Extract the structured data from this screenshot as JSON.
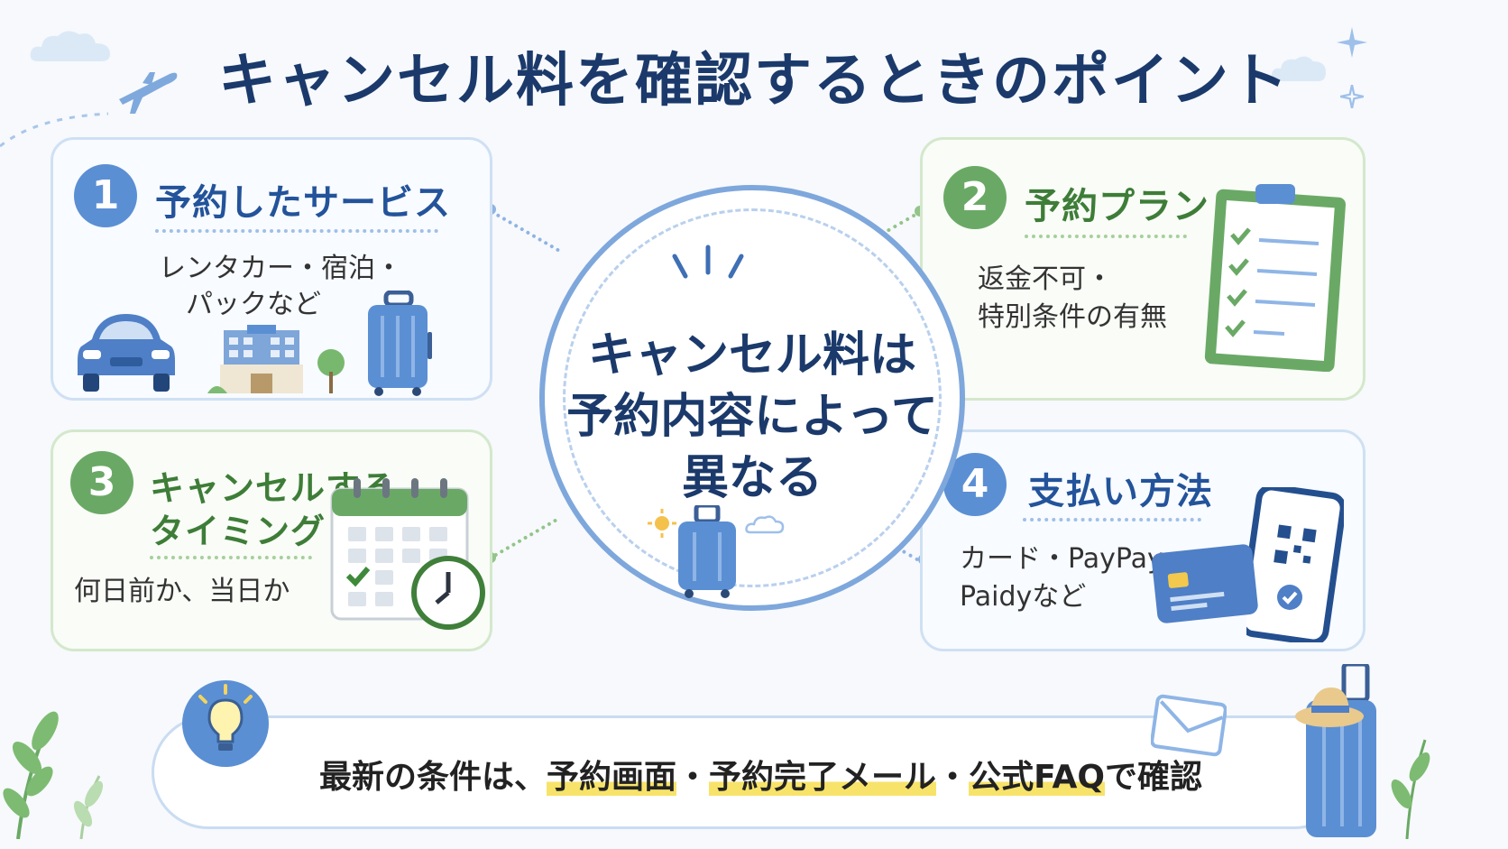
{
  "title": "キャンセル料を確認するときのポイント",
  "center": {
    "line1": "キャンセル料は",
    "line2": "予約内容によって",
    "line3": "異なる"
  },
  "cards": [
    {
      "number": "1",
      "title": "予約したサービス",
      "desc1": "レンタカー・宿泊・",
      "desc2": "パックなど"
    },
    {
      "number": "2",
      "title": "予約プラン",
      "desc1": "返金不可・",
      "desc2": "特別条件の有無"
    },
    {
      "number": "3",
      "title1": "キャンセルする",
      "title2": "タイミング",
      "desc1": "何日前か、当日か"
    },
    {
      "number": "4",
      "title": "支払い方法",
      "desc1": "カード・PayPay・",
      "desc2": "Paidyなど"
    }
  ],
  "footer": {
    "prefix": "最新の条件は、",
    "item1": "予約画面",
    "sep1": "・",
    "item2": "予約完了メール",
    "sep2": "・",
    "item3": "公式FAQ",
    "suffix": "で確認"
  },
  "colors": {
    "navy": "#1b3a6b",
    "blue": "#5b8fd4",
    "green": "#6aa965",
    "highlight": "#f7e36a"
  },
  "icons": [
    "airplane-icon",
    "cloud-icon",
    "sparkle-icon",
    "car-icon",
    "hotel-icon",
    "tree-icon",
    "suitcase-icon",
    "clipboard-checklist-icon",
    "calendar-icon",
    "clock-icon",
    "sun-icon",
    "credit-card-icon",
    "smartphone-qr-icon",
    "lightbulb-icon",
    "envelope-icon",
    "leaf-icon",
    "sun-hat-icon"
  ]
}
